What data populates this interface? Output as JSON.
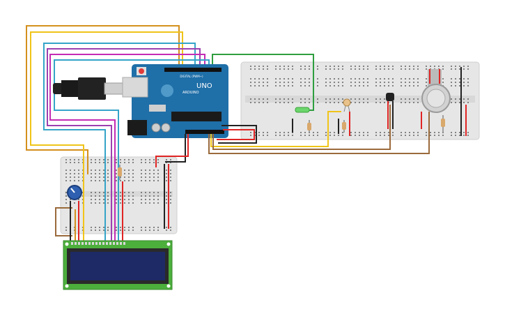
{
  "arduino": {
    "brand": "UNO",
    "logo_text": "ARDUINO",
    "header_label": "DIGITAL (PWM~)"
  },
  "colors": {
    "arduino_board": "#1f6fa8",
    "breadboard": "#e6e6e6",
    "lcd_pcb": "#4caf3c",
    "lcd_screen": "#1d2a66",
    "wire_orange": "#d4901e",
    "wire_yellow": "#f0c419",
    "wire_cyan": "#35a4c9",
    "wire_purple": "#9c3fb0",
    "wire_magenta": "#c42bb4",
    "wire_green": "#2f9e3f",
    "wire_brown": "#9a6a3b",
    "wire_red": "#e02424",
    "wire_black": "#222222"
  },
  "components": [
    "usb-plug",
    "arduino-uno",
    "main-breadboard",
    "small-breadboard",
    "potentiometer",
    "lcd-16x2",
    "gas-sensor",
    "temperature-sensor",
    "photoresistor",
    "led",
    "resistors"
  ]
}
